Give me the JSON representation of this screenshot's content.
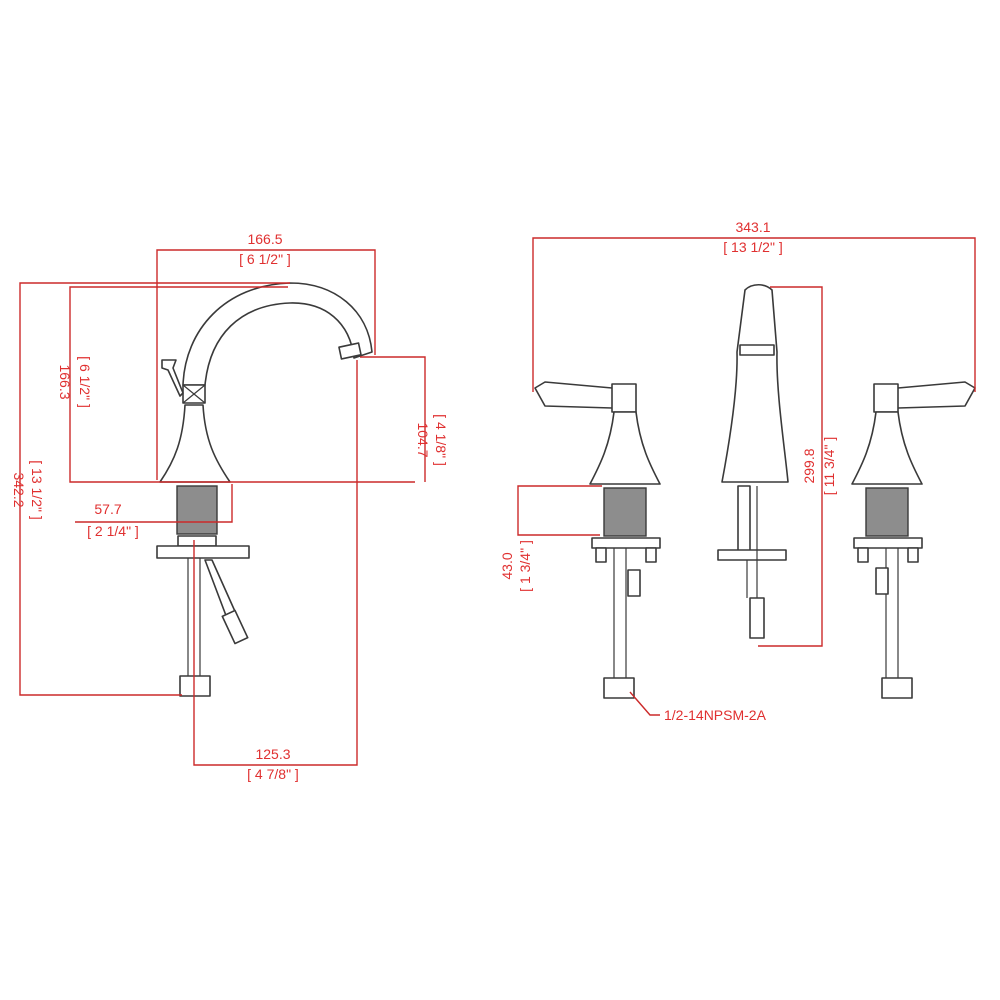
{
  "side_view": {
    "overall_width": {
      "mm": "166.5",
      "inch": "[ 6 1/2\" ]"
    },
    "overall_height": {
      "mm": "342.2",
      "inch": "[ 13 1/2\" ]"
    },
    "spout_height": {
      "mm": "166.3",
      "inch": "[ 6 1/2\" ]"
    },
    "spout_clearance": {
      "mm": "104.7",
      "inch": "[ 4 1/8\" ]"
    },
    "base_offset": {
      "mm": "57.7",
      "inch": "[ 2 1/4\" ]"
    },
    "spout_reach": {
      "mm": "125.3",
      "inch": "[ 4 7/8\" ]"
    }
  },
  "front_view": {
    "overall_width": {
      "mm": "343.1",
      "inch": "[ 13 1/2\" ]"
    },
    "faucet_height": {
      "mm": "299.8",
      "inch": "[ 11 3/4\" ]"
    },
    "shank_length": {
      "mm": "43.0",
      "inch": "[ 1 3/4\" ]"
    },
    "connection_label": "1/2-14NPSM-2A"
  },
  "colors": {
    "dimension": "#cc2a2a",
    "outline": "#3a3a3a",
    "thread": "#8d8d8d"
  }
}
